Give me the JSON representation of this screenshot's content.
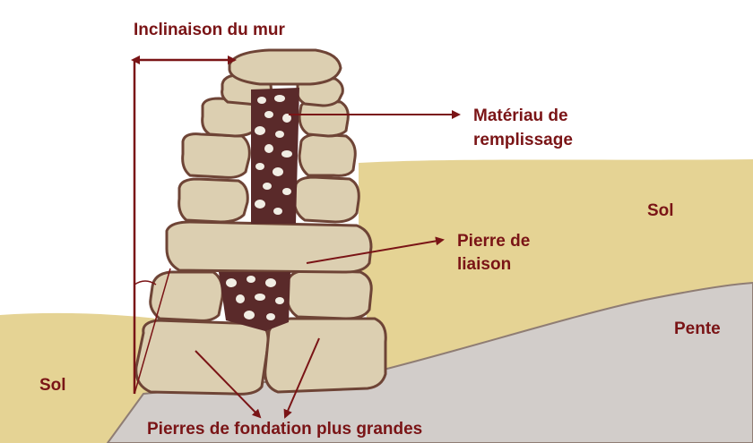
{
  "labels": {
    "wall_inclination": "Inclinaison du mur",
    "fill_material_line1": "Matériau de",
    "fill_material_line2": "remplissage",
    "soil_right": "Sol",
    "tie_stone_line1": "Pierre de",
    "tie_stone_line2": "liaison",
    "slope": "Pente",
    "soil_left": "Sol",
    "foundation_stones": "Pierres de fondation plus grandes"
  },
  "colors": {
    "label_text": "#7a1416",
    "arrow": "#7a1416",
    "soil": "#e3cf8e",
    "slope_rock": "#cfcac6",
    "stone_fill": "#dccfb0",
    "stone_outline": "#6e4436",
    "infill_dark": "#5a2a2a"
  }
}
